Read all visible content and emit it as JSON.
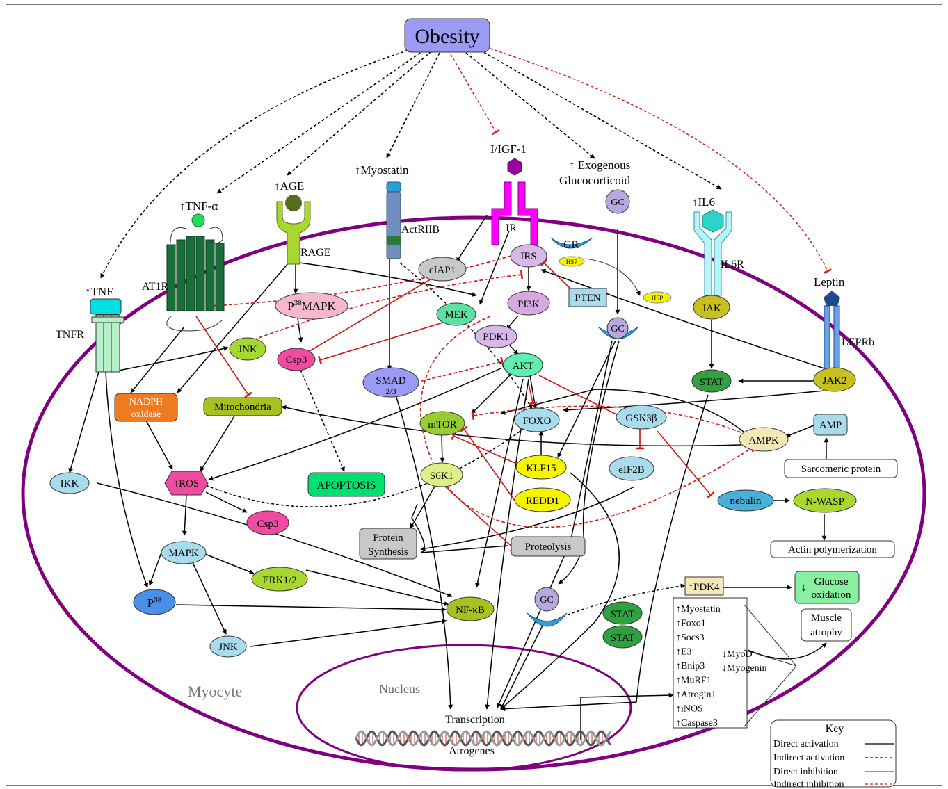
{
  "obesity": "Obesity",
  "labels": {
    "tnf": "↑TNF",
    "tnfr": "TNFR",
    "tnf_alpha": "↑TNF-α",
    "at1r": "AT1R",
    "age": "↑AGE",
    "rage": "RAGE",
    "myostatin": "↑Myostatin",
    "actriib": "ActRIIB",
    "igf": "I/IGF-1",
    "ir": "IR",
    "exo1": "↑ Exogenous",
    "exo2": "Glucocorticoid",
    "il6": "↑IL6",
    "il6r": "IL6R",
    "leptin": "Leptin",
    "leprb": "LEPRb",
    "gr": "GR",
    "hsp": "HSP",
    "myocyte": "Myocyte",
    "nucleus": "Nucleus",
    "transcription": "Transcription",
    "atrogenes": "Atrogenes"
  },
  "nodes": {
    "p38mapk_a": "P",
    "p38mapk_sup": "38",
    "p38mapk_b": "MAPK",
    "csp3_top": "Csp3",
    "jnk_top": "JNK",
    "nadph_1": "NADPH",
    "nadph_2": "oxidase",
    "mito": "Mitochondria",
    "ros": "↑ROS",
    "ikk": "IKK",
    "csp3_mid": "Csp3",
    "mapk": "MAPK",
    "erk": "ERK1/2",
    "p38_a": "P",
    "p38_sup": "38",
    "jnk_bot": "JNK",
    "nfkb": "NF-κB",
    "apoptosis": "APOPTOSIS",
    "smad_1": "SMAD",
    "smad_2": "2/3",
    "ciap1": "cIAP1",
    "mek": "MEK",
    "irs": "IRS",
    "pi3k": "PI3K",
    "pten": "PTEN",
    "pdk1": "PDK1",
    "akt": "AKT",
    "mtor": "mTOR",
    "foxo": "FOXO",
    "s6k1": "S6K1",
    "klf15": "KLF15",
    "redd1": "REDD1",
    "protein_syn_1": "Protein",
    "protein_syn_2": "Synthesis",
    "proteolysis": "Proteolysis",
    "gc_top": "GC",
    "gc_mid": "GC",
    "gc_bot": "GC",
    "gsk3b": "GSK3β",
    "eif2b": "eIF2B",
    "jak": "JAK",
    "stat_top": "STAT",
    "jak2": "JAK2",
    "amp": "AMP",
    "ampk": "AMPK",
    "sarcomeric": "Sarcomeric protein",
    "nebulin": "nebulin",
    "nwasp": "N-WASP",
    "actin": "Actin polymerization",
    "pdk4": "↑PDK4",
    "glucose_1": "Glucose",
    "glucose_2": "oxidation",
    "glucose_arrow": "↓",
    "atrophy_1": "Muscle",
    "atrophy_2": "atrophy",
    "stat_a": "STAT",
    "stat_b": "STAT"
  },
  "gene_list": {
    "left": [
      "↑Myostatin",
      "↑Foxo1",
      "↑Socs3",
      "↑E3",
      "↑Bnip3",
      "↑MuRF1",
      "↑Atrogin1",
      "↑iNOS",
      "↑Caspase3"
    ],
    "right": [
      "↓MyoD",
      "↓Myogenin"
    ]
  },
  "key": {
    "title": "Key",
    "items": [
      "Direct activation",
      "Indirect activation",
      "Direct inhibition",
      "Indirect inhibition"
    ]
  },
  "colors": {
    "obesity": "#9b9bf5",
    "cell_border": "#800080",
    "inhibit": "#d0201c",
    "tnf": "#00e0e0",
    "at1r": "#1a6e3a",
    "rage": "#a8d830",
    "actriib": "#6f8fc0",
    "ir": "#ff00ff",
    "il6r": "#b8f4f8",
    "leprb": "#6aa0e8",
    "node_blue": "#a8dcec",
    "node_green": "#99cc33",
    "node_yellow": "#f5f500"
  }
}
